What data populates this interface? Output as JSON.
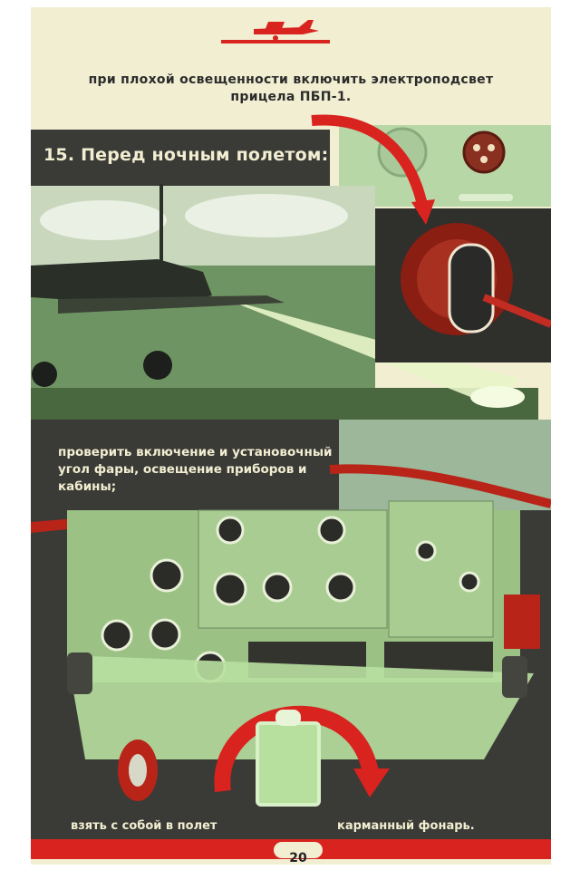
{
  "instruction_number_title": "15. Перед ночным полетом:",
  "top_caption": {
    "line1": "при плохой освещенности включить электроподсвет",
    "line2": "прицела ПБП-1."
  },
  "mid_caption": "проверить включение и установочный угол фары, освещение приборов и кабины;",
  "bottom_caption": {
    "left": "взять с собой в полет",
    "right": "карманный фонарь."
  },
  "page_number": "20",
  "colors": {
    "paper": "#f2eed2",
    "red": "#d8231f",
    "green": "#9ccf86",
    "dark": "#333333"
  }
}
